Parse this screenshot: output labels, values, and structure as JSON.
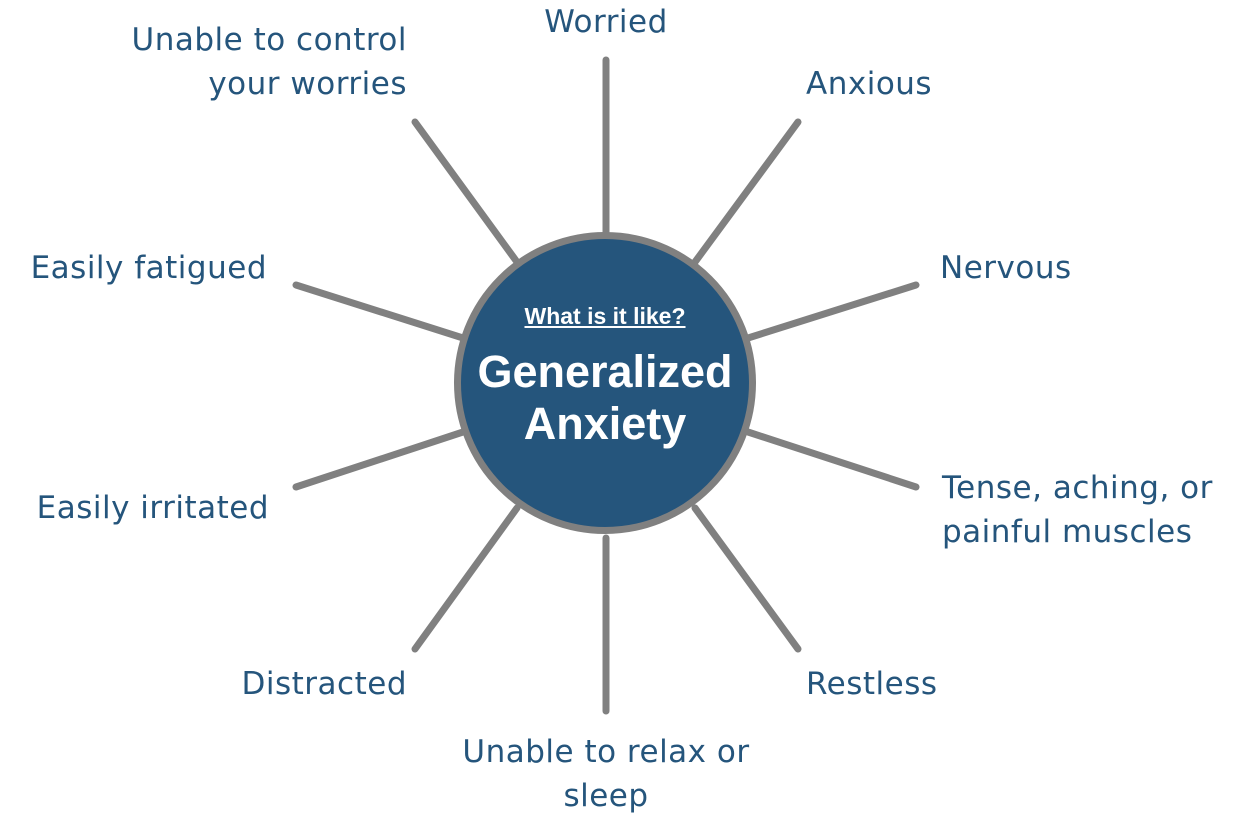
{
  "center": {
    "subtitle": "What is it like?",
    "title": "Generalized\nAnxiety"
  },
  "labels": {
    "worried": "Worried",
    "anxious": "Anxious",
    "nervous": "Nervous",
    "tense": "Tense, aching, or\npainful muscles",
    "restless": "Restless",
    "unable_relax": "Unable to relax or\nsleep",
    "distracted": "Distracted",
    "irritated": "Easily irritated",
    "fatigued": "Easily fatigued",
    "unable_control": "Unable to control\nyour worries"
  },
  "colors": {
    "hub_fill": "#25557c",
    "spoke": "#808080",
    "text": "#25557c"
  }
}
